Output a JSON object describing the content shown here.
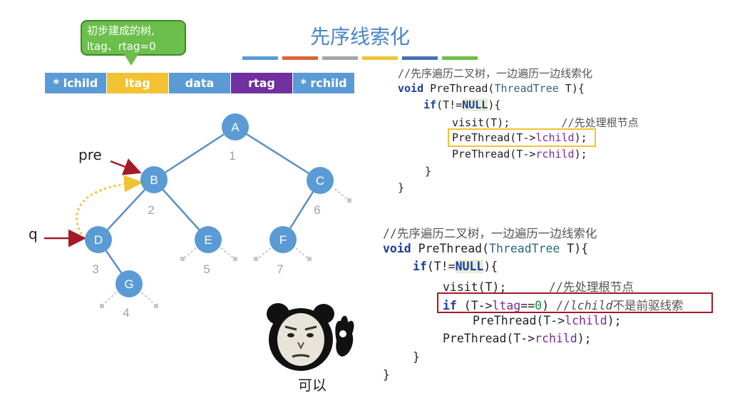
{
  "title": "先序线索化",
  "title_bar_colors": [
    "#5b9bd5",
    "#d9653b",
    "#a5a5a5",
    "#f2c233",
    "#4a6fb5",
    "#6cbf4a"
  ],
  "bubble": {
    "line1": "初步建成的树,",
    "line2": "ltag、rtag=0"
  },
  "fields": [
    {
      "label": "* lchild",
      "color": "#5b9bd5"
    },
    {
      "label": "ltag",
      "color": "#f2c233"
    },
    {
      "label": "data",
      "color": "#5b9bd5"
    },
    {
      "label": "rtag",
      "color": "#7030a0"
    },
    {
      "label": "* rchild",
      "color": "#5b9bd5"
    }
  ],
  "tree": {
    "nodes": [
      {
        "id": "A",
        "order": "1"
      },
      {
        "id": "B",
        "order": "2"
      },
      {
        "id": "C",
        "order": "6"
      },
      {
        "id": "D",
        "order": "3"
      },
      {
        "id": "E",
        "order": "5"
      },
      {
        "id": "F",
        "order": "7"
      },
      {
        "id": "G",
        "order": "4"
      }
    ],
    "pointers": {
      "pre": "pre",
      "q": "q"
    },
    "node_color": "#5b9bd5",
    "edge_color": "#5b8fc5"
  },
  "code1": {
    "comment": "//先序遍历二叉树，一边遍历一边线索化",
    "sig_void": "void",
    "sig_rest": " PreThread(",
    "sig_type": "ThreadTree",
    "sig_end": " T){",
    "if_kw": "if",
    "if_open": "(T!=",
    "if_null": "NULL",
    "if_close": "){",
    "visit": "visit(T);",
    "visit_comment": "//先处理根节点",
    "call1_pre": "PreThread(T->",
    "call1_mem": "lchild",
    "call1_post": ");",
    "call2_pre": "PreThread(T->",
    "call2_mem": "rchild",
    "call2_post": ");",
    "close_inner": "}",
    "close_outer": "}"
  },
  "code2": {
    "comment": "//先序遍历二叉树，一边遍历一边线索化",
    "sig_void": "void",
    "sig_rest": " PreThread(",
    "sig_type": "ThreadTree",
    "sig_end": " T){",
    "if_kw": "if",
    "if_open": "(T!=",
    "if_null": "NULL",
    "if_close": "){",
    "visit": "visit(T);",
    "visit_comment": "//先处理根节点",
    "cond_if": "if",
    "cond_open": " (T->",
    "cond_mem": "ltag",
    "cond_eq": "==",
    "cond_zero": "0",
    "cond_close": ") ",
    "cond_comment_pre": "//",
    "cond_comment_mem": "lchild",
    "cond_comment_post": "不是前驱线索",
    "call1_pre": "PreThread(T->",
    "call1_mem": "lchild",
    "call1_post": ");",
    "call2_pre": "PreThread(T->",
    "call2_mem": "rchild",
    "call2_post": ");",
    "close_inner": "}",
    "close_outer": "}"
  },
  "meme": {
    "caption": "可以"
  }
}
